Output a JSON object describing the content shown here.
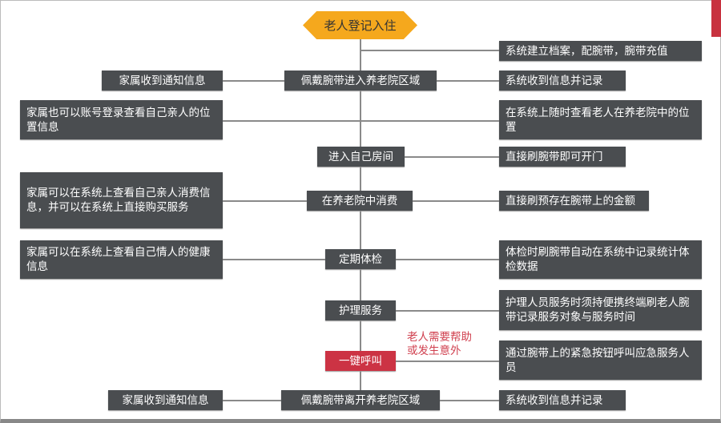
{
  "start": "老人登记入住",
  "right_register": "系统建立档案，配腕带，腕带充值",
  "steps": [
    {
      "center": "佩戴腕带进入养老院区域",
      "left": "家属收到通知信息",
      "right": "系统收到信息并记录"
    },
    {
      "left": "家属也可以账号登录查看自己亲人的位置信息",
      "right": "在系统上随时查看老人在养老院中的位置"
    },
    {
      "center": "进入自己房间",
      "right": "直接刷腕带即可开门"
    },
    {
      "center": "在养老院中消费",
      "left": "家属可以在系统上查看自己亲人消费信息，并可以在系统上直接购买服务",
      "right": "直接刷预存在腕带上的金额"
    },
    {
      "center": "定期体检",
      "left": "家属可以在系统上查看自己情人的健康信息",
      "right": "体检时刷腕带自动在系统中记录统计体检数据"
    },
    {
      "center": "护理服务",
      "right": "护理人员服务时须持便携终端刷老人腕带记录服务对象与服务时间"
    },
    {
      "center": "一键呼叫",
      "right": "通过腕带上的紧急按钮呼叫应急服务人员",
      "note_line1": "老人需要帮助",
      "note_line2": "或发生意外"
    },
    {
      "center": "佩戴腕带离开养老院区域",
      "left": "家属收到通知信息",
      "right": "系统收到信息并记录"
    }
  ],
  "colors": {
    "box": "#4a4d50",
    "start": "#f5a81d",
    "alert": "#cc3344"
  }
}
